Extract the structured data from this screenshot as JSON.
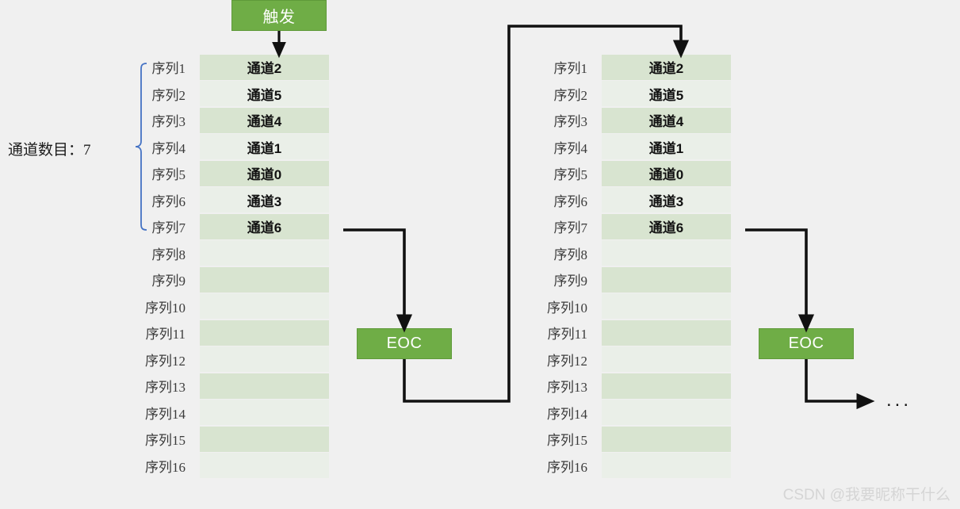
{
  "background_color": "#f0f0f0",
  "colors": {
    "accent_green": "#6fad46",
    "row_dark": "#d8e4d0",
    "row_light": "#eaefe8",
    "bracket_blue": "#4472c4",
    "wire_black": "#111111",
    "watermark_gray": "#d5d5d5"
  },
  "trigger": {
    "label": "触发"
  },
  "channel_count": {
    "label": "通道数目：7",
    "value": 7
  },
  "eoc": {
    "left_label": "EOC",
    "right_label": "EOC"
  },
  "ellipsis": "...",
  "watermark": "CSDN @我要昵称干什么",
  "sequence_labels": [
    "序列1",
    "序列2",
    "序列3",
    "序列4",
    "序列5",
    "序列6",
    "序列7",
    "序列8",
    "序列9",
    "序列10",
    "序列11",
    "序列12",
    "序列13",
    "序列14",
    "序列15",
    "序列16"
  ],
  "channels": [
    "通道2",
    "通道5",
    "通道4",
    "通道1",
    "通道0",
    "通道3",
    "通道6",
    "",
    "",
    "",
    "",
    "",
    "",
    "",
    "",
    ""
  ],
  "panels": [
    {
      "name": "first-conversion-cycle"
    },
    {
      "name": "second-conversion-cycle"
    }
  ]
}
